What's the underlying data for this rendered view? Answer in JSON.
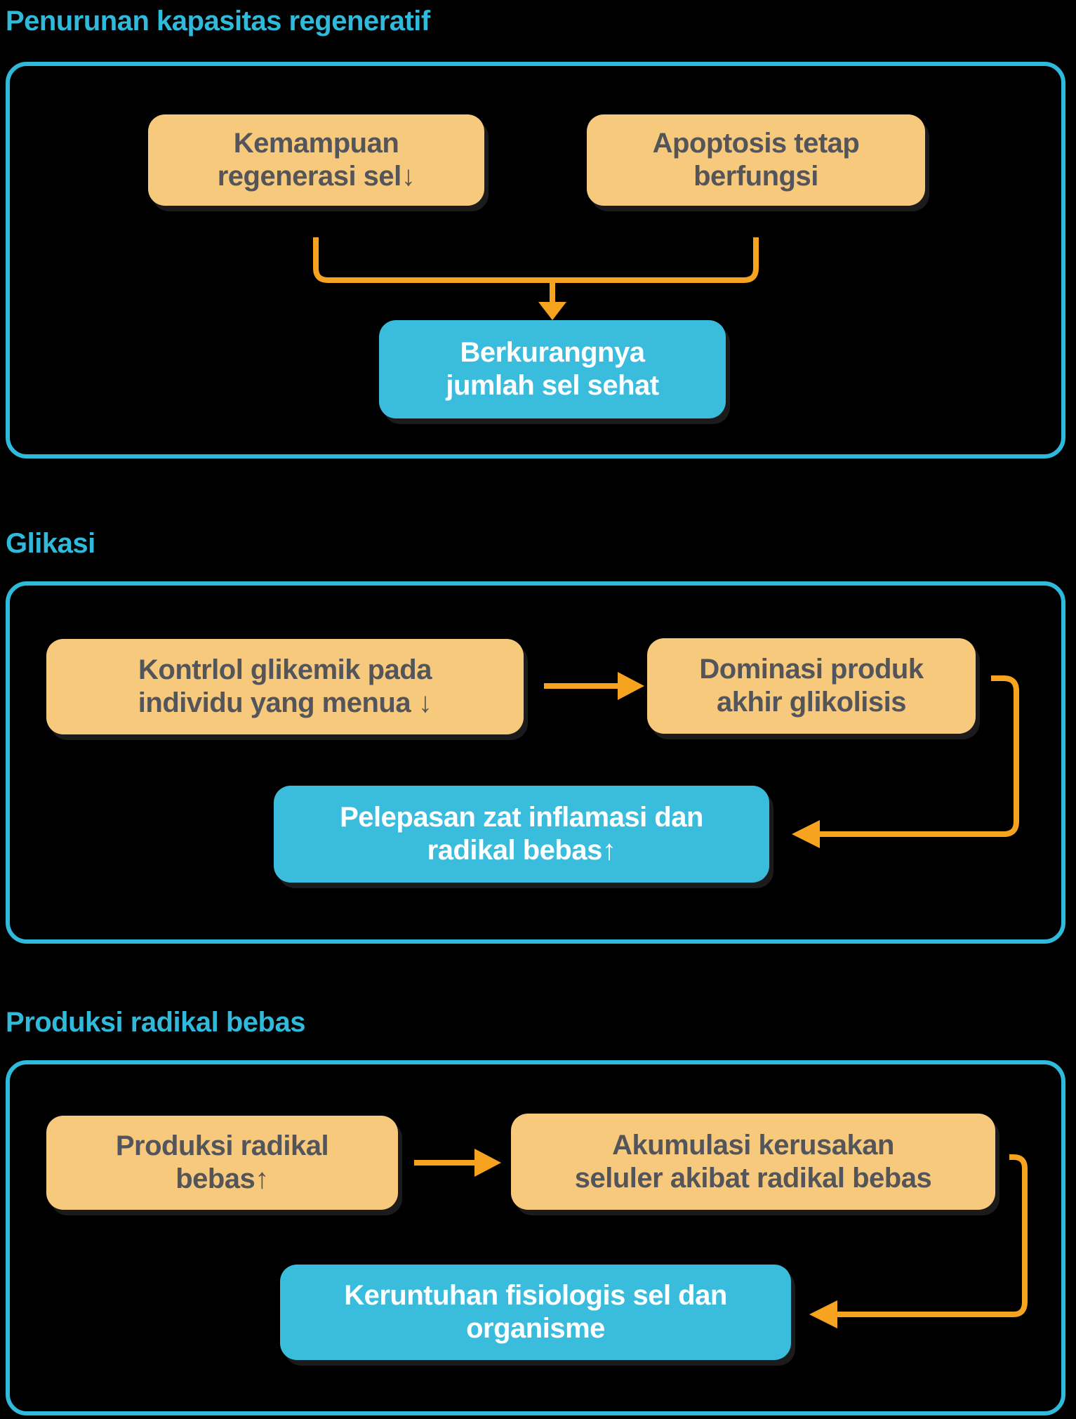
{
  "page": {
    "background": "#000000"
  },
  "colors": {
    "accent_cyan": "#2FB9DB",
    "box_orange": "#F6C97C",
    "box_blue": "#3ABDDC",
    "arrow_orange": "#F6A31F",
    "text_dark": "#54555A",
    "text_white": "#FFFFFF"
  },
  "sections": [
    {
      "title": "Penurunan kapasitas regeneratif",
      "boxes": {
        "cause1": {
          "lines": [
            "Kemampuan",
            "regenerasi sel↓"
          ]
        },
        "cause2": {
          "lines": [
            "Apoptosis tetap",
            "berfungsi"
          ]
        },
        "result": {
          "lines": [
            "Berkurangnya",
            "jumlah sel sehat"
          ]
        }
      }
    },
    {
      "title": "Glikasi",
      "boxes": {
        "cause1": {
          "lines": [
            "Kontrlol glikemik pada",
            "individu yang menua ↓"
          ]
        },
        "cause2": {
          "lines": [
            "Dominasi produk",
            "akhir glikolisis"
          ]
        },
        "result": {
          "lines": [
            "Pelepasan zat inflamasi dan",
            "radikal bebas↑"
          ]
        }
      }
    },
    {
      "title": "Produksi radikal bebas",
      "boxes": {
        "cause1": {
          "lines": [
            "Produksi radikal",
            "bebas↑"
          ]
        },
        "cause2": {
          "lines": [
            "Akumulasi kerusakan",
            "seluler akibat radikal bebas"
          ]
        },
        "result": {
          "lines": [
            "Keruntuhan fisiologis sel dan",
            "organisme"
          ]
        }
      }
    }
  ]
}
